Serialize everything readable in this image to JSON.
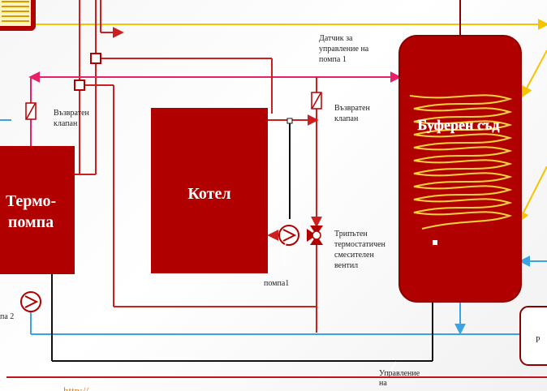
{
  "labels": {
    "heat_pump_line1": "Термо-",
    "heat_pump_line2": "помпа",
    "boiler": "Котел",
    "buffer_tank": "Буферен съд",
    "sensor_line1": "Датчик за",
    "sensor_line2": "управление на",
    "sensor_line3": "помпа 1",
    "check_valve_left_line1": "Възвратен",
    "check_valve_left_line2": "клапан",
    "check_valve_right_line1": "Възвратен",
    "check_valve_right_line2": "клапан",
    "mixing_valve_line1": "Трипътен",
    "mixing_valve_line2": "термостатичен",
    "mixing_valve_line3": "смесителен",
    "mixing_valve_line4": "вентил",
    "pump1": "помпа1",
    "pump2": "пa 2",
    "control_line1": "Управление",
    "control_line2": "на",
    "right_box_partial": "Р",
    "footer_url_partial": "http://........................"
  },
  "colors": {
    "equipment_red": "#b00000",
    "equipment_dark": "#8b0000",
    "hot_line": "#cc1f1f",
    "supply_pink": "#e8206a",
    "cold_line": "#3aa3e3",
    "solar_yellow": "#f5c400",
    "coil_yellow": "#ffd23a",
    "control_black": "#111111",
    "footer_line": "#c0151b",
    "footer_text": "#e07a1a"
  }
}
